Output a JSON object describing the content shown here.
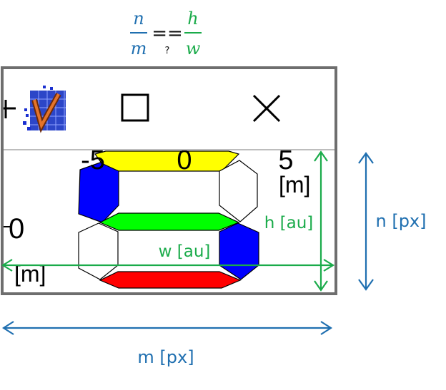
{
  "equation": {
    "left_numerator": "n",
    "left_denominator": "m",
    "operator": "==",
    "question_mark": "?",
    "right_numerator": "h",
    "right_denominator": "w"
  },
  "window": {
    "app_icon": "matlab-icon",
    "maximize_icon": "maximize-icon",
    "close_icon": "close-icon"
  },
  "plot": {
    "top_tick_labels": [
      "-5",
      "0",
      "5"
    ],
    "top_unit": "[m]",
    "left_tick_label": "0",
    "left_unit": "[m]",
    "segment_colors": {
      "top": "#ffff00",
      "upper_left": "#0000ff",
      "upper_right": "#ffffff",
      "middle": "#00ff00",
      "lower_left": "#ffffff",
      "lower_right": "#0000ff",
      "bottom": "#ff0000"
    }
  },
  "annotations": {
    "h_label": "h [au]",
    "w_label": "w [au]",
    "n_label": "n [px]",
    "m_label": "m [px]",
    "green": "#1aab4a",
    "blue": "#1f6fb0"
  }
}
